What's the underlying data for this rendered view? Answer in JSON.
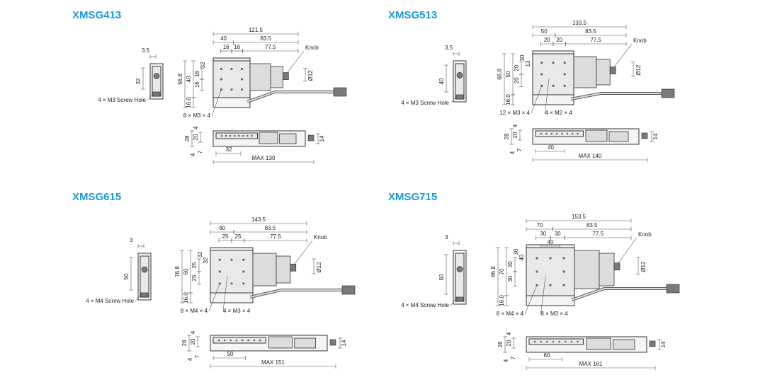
{
  "models": [
    {
      "title": "XMSG413",
      "side": {
        "top": "3.5",
        "height": "32",
        "hole_label": "4 × M3 Screw Hole"
      },
      "top": {
        "overall": "121.5",
        "w1": "40",
        "w2": "83.5",
        "w3": "16",
        "w4": "16",
        "w5": "77.5",
        "h_total": "56.8",
        "h1": "40",
        "h2": "16",
        "h3": "16",
        "h4": "16.0",
        "h5": "32",
        "knob": "Knob",
        "dia": "Ø12",
        "holes1": "8 × M3 × 4",
        "holes2": ""
      },
      "front": {
        "d1": "28",
        "d2": "20",
        "d3": "4",
        "d4": "7",
        "d5": "4",
        "right": "14",
        "bottom": "32",
        "max": "MAX 130"
      }
    },
    {
      "title": "XMSG513",
      "side": {
        "top": "3.5",
        "height": "40",
        "hole_label": "4 × M3 Screw Hole"
      },
      "top": {
        "overall": "133.5",
        "w1": "50",
        "w2": "83.5",
        "w3": "20",
        "w4": "20",
        "w5": "77.5",
        "h_total": "66.8",
        "h1": "50",
        "h2": "20",
        "h3": "20",
        "h4": "16.0",
        "h5": "30",
        "h6": "13",
        "knob": "Knob",
        "dia": "Ø12",
        "holes1": "12 × M3 × 4",
        "holes2": "4 × M2 × 4"
      },
      "front": {
        "d1": "28",
        "d2": "20",
        "d3": "4",
        "d4": "7",
        "d5": "4",
        "right": "14",
        "bottom": "40",
        "max": "MAX 140"
      }
    },
    {
      "title": "XMSG615",
      "side": {
        "top": "3",
        "height": "50",
        "hole_label": "4 × M4 Screw Hole"
      },
      "top": {
        "overall": "143.5",
        "w1": "60",
        "w2": "83.5",
        "w3": "25",
        "w4": "25",
        "w5": "77.5",
        "h_total": "76.8",
        "h1": "60",
        "h2": "25",
        "h3": "25",
        "h4": "16.0",
        "h5": "32",
        "h6": "32",
        "knob": "Knob",
        "dia": "Ø12",
        "holes1": "8 × M4 × 4",
        "holes2": "4 × M3 × 4"
      },
      "front": {
        "d1": "28",
        "d2": "20",
        "d3": "4",
        "d4": "7",
        "d5": "4",
        "right": "14",
        "bottom": "50",
        "max": "MAX 151"
      }
    },
    {
      "title": "XMSG715",
      "side": {
        "top": "3",
        "height": "60",
        "hole_label": "4 × M4 Screw Hole"
      },
      "top": {
        "overall": "153.5",
        "w1": "70",
        "w2": "83.5",
        "w3": "30",
        "w4": "30",
        "w5": "77.5",
        "w6": "40",
        "h_total": "86.8",
        "h1": "70",
        "h2": "30",
        "h3": "30",
        "h4": "16.0",
        "h5": "30",
        "h6": "40",
        "knob": "Knob",
        "dia": "Ø12",
        "holes1": "8 × M4 × 4",
        "holes2": "8 × M3 × 4"
      },
      "front": {
        "d1": "28",
        "d2": "20",
        "d3": "4",
        "d4": "7",
        "d5": "4",
        "right": "14",
        "bottom": "60",
        "max": "MAX 161"
      }
    }
  ]
}
